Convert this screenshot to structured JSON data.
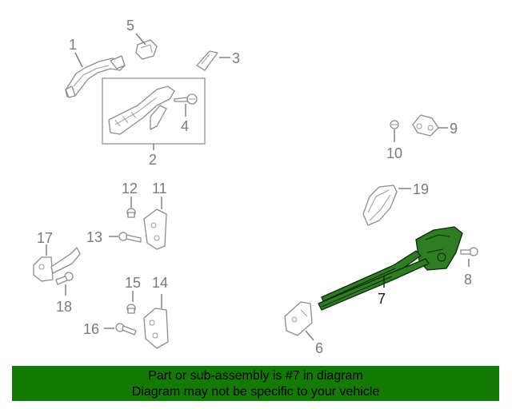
{
  "callouts": {
    "c1": "1",
    "c2": "2",
    "c3": "3",
    "c4": "4",
    "c5": "5",
    "c6": "6",
    "c7": "7",
    "c8": "8",
    "c9": "9",
    "c10": "10",
    "c11": "11",
    "c12": "12",
    "c13": "13",
    "c14": "14",
    "c15": "15",
    "c16": "16",
    "c17": "17",
    "c18": "18",
    "c19": "19"
  },
  "highlighted_part": "7",
  "colors": {
    "highlight": "#2f7d23",
    "banner": "#137a06",
    "line": "#8c8c8c"
  },
  "banner": {
    "line1": "Part or sub-assembly is #7 in diagram",
    "line2": "Diagram may not be specific to your vehicle"
  }
}
